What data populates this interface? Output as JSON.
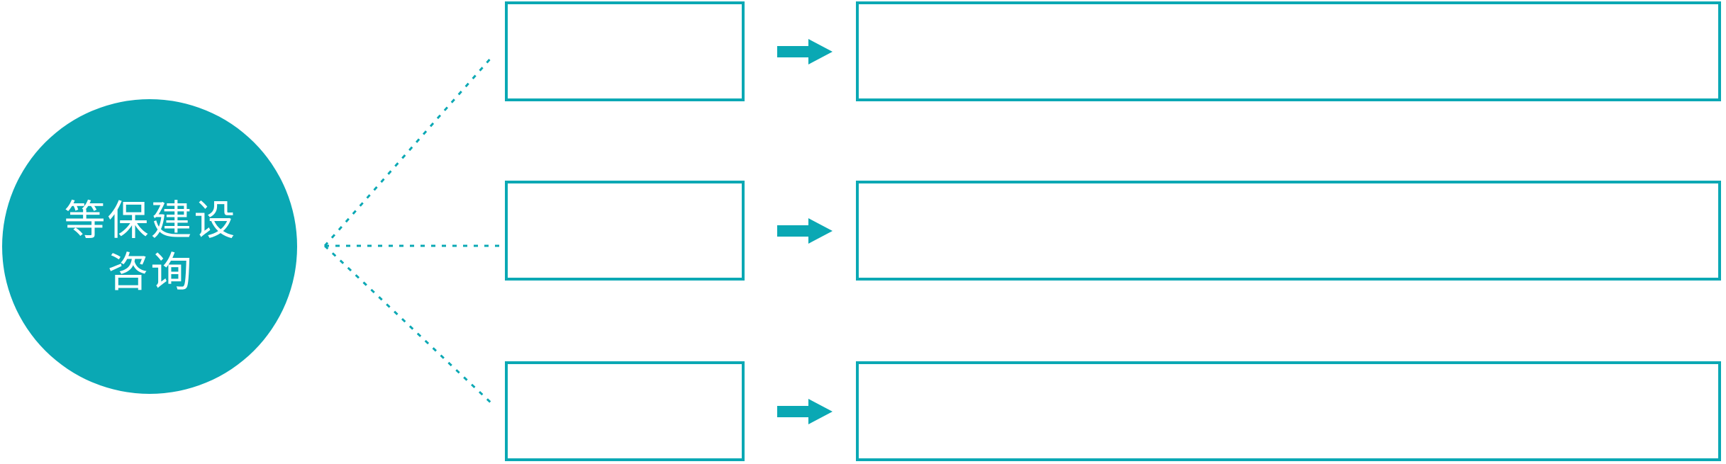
{
  "diagram": {
    "type": "hub-and-flow",
    "hub": {
      "label_line1": "等保建设",
      "label_line2": "咨询"
    },
    "rows": [
      {
        "step_label": "",
        "detail_label": ""
      },
      {
        "step_label": "",
        "detail_label": ""
      },
      {
        "step_label": "",
        "detail_label": ""
      }
    ],
    "icons": [
      "arrow-right-icon",
      "arrow-right-icon",
      "arrow-right-icon"
    ]
  },
  "colors": {
    "accent": "#0aa8b4",
    "background": "#ffffff",
    "hub_text": "#ffffff"
  }
}
